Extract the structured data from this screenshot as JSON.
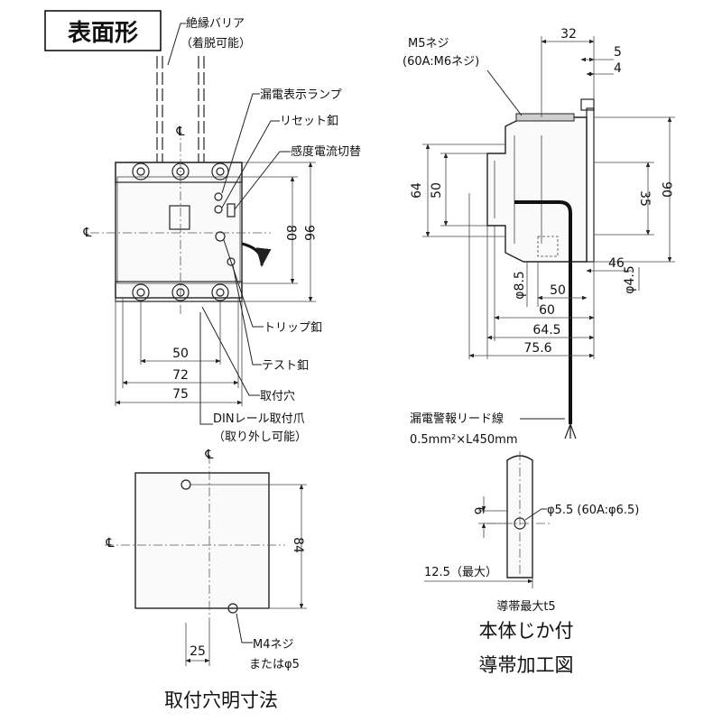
{
  "header": {
    "title": "表面形"
  },
  "front_view": {
    "callouts": {
      "barrier": "絶縁バリア",
      "barrier_note": "（着脱可能）",
      "leak_lamp": "漏電表示ランプ",
      "reset_button": "リセット釦",
      "sensitivity_switch": "感度電流切替",
      "trip_button": "トリップ釦",
      "test_button": "テスト釦",
      "mounting_hole": "取付穴",
      "din_claw": "DINレール取付爪",
      "din_claw_note": "（取り外し可能）"
    },
    "dims": {
      "d50": "50",
      "d72": "72",
      "d75": "75",
      "d80": "80",
      "d96": "96"
    },
    "centerline_symbol": "℄"
  },
  "side_view": {
    "callouts": {
      "screw": "M5ネジ",
      "screw_note": "(60A:M6ネジ)",
      "lead_wire": "漏電警報リード線",
      "lead_spec": "0.5mm²×L450mm"
    },
    "dims": {
      "d32": "32",
      "d5": "5",
      "d4": "4",
      "d64": "64",
      "d50": "50",
      "d35": "35",
      "d90": "90",
      "d46": "46",
      "phi8_5": "φ8.5",
      "phi4_5": "φ4.5",
      "d50b": "50",
      "d60": "60",
      "d64_5": "64.5",
      "d75_6": "75.6"
    }
  },
  "mounting_view": {
    "dims": {
      "d84": "84",
      "d25": "25"
    },
    "screw_line1": "M4ネジ",
    "screw_line2": "またはφ5",
    "caption": "取付穴明寸法"
  },
  "busbar_view": {
    "max_note": "導帯最大t5",
    "dims": {
      "d6": "6",
      "phi": "φ5.5 (60A:φ6.5)",
      "max_width": "12.5（最大）"
    },
    "caption_line1": "本体じか付",
    "caption_line2": "導帯加工図"
  }
}
